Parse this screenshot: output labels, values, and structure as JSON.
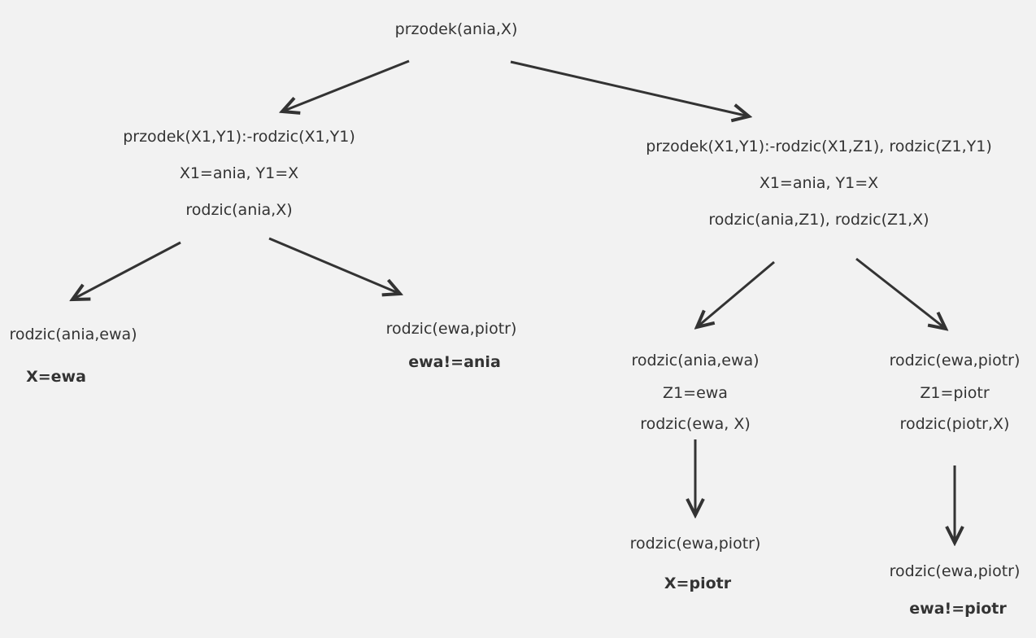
{
  "colors": {
    "background": "#f2f2f2",
    "text": "#333333",
    "arrow": "#333333"
  },
  "tree": {
    "root": {
      "goal": "przodek(ania,X)"
    },
    "left": {
      "rule": "przodek(X1,Y1):-rodzic(X1,Y1)",
      "binding": "X1=ania, Y1=X",
      "goal": "rodzic(ania,X)",
      "left": {
        "fact": "rodzic(ania,ewa)",
        "result": "X=ewa"
      },
      "right": {
        "fact": "rodzic(ewa,piotr)",
        "result": "ewa!=ania"
      }
    },
    "right": {
      "rule": "przodek(X1,Y1):-rodzic(X1,Z1), rodzic(Z1,Y1)",
      "binding": "X1=ania, Y1=X",
      "goal": "rodzic(ania,Z1), rodzic(Z1,X)",
      "left": {
        "fact": "rodzic(ania,ewa)",
        "binding": "Z1=ewa",
        "goal": "rodzic(ewa, X)",
        "child": {
          "fact": "rodzic(ewa,piotr)",
          "result": "X=piotr"
        }
      },
      "right": {
        "fact": "rodzic(ewa,piotr)",
        "binding": "Z1=piotr",
        "goal": "rodzic(piotr,X)",
        "child": {
          "fact": "rodzic(ewa,piotr)",
          "result": "ewa!=piotr"
        }
      }
    }
  }
}
